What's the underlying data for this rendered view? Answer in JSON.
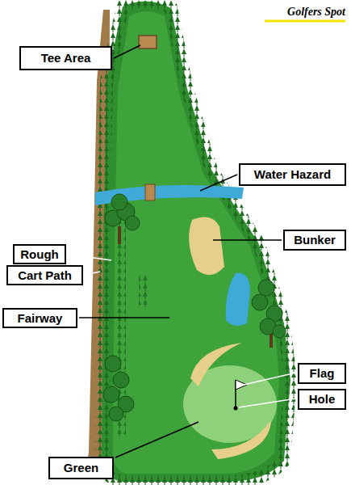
{
  "diagram": {
    "nodes": [
      {
        "text": [
          "Tee Area"
        ]
      },
      {
        "text": [
          "Water Hazard"
        ]
      },
      {
        "text": [
          "Bunker"
        ]
      },
      {
        "text": [
          "Rough"
        ]
      },
      {
        "text": [
          "Cart Path"
        ]
      },
      {
        "text": [
          "Fairway"
        ]
      },
      {
        "text": [
          "Flag"
        ]
      },
      {
        "text": [
          "Hole"
        ]
      },
      {
        "text": [
          "Green"
        ]
      }
    ],
    "labels": [
      "Golfers Spot"
    ]
  }
}
